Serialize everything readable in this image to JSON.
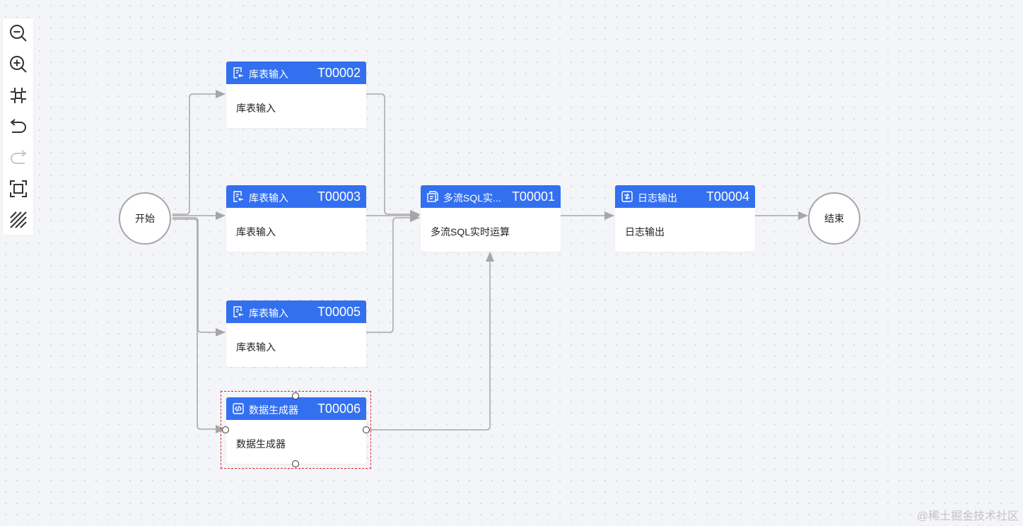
{
  "toolbar": {
    "tools": [
      "zoom-out-icon",
      "zoom-in-icon",
      "fit-view-icon",
      "undo-icon",
      "redo-icon",
      "actual-size-icon",
      "grid-toggle-icon"
    ]
  },
  "nodes": {
    "start": {
      "label": "开始"
    },
    "end": {
      "label": "结束"
    },
    "t00002": {
      "title": "库表输入",
      "id": "T00002",
      "body": "库表输入",
      "icon": "table-input-icon"
    },
    "t00003": {
      "title": "库表输入",
      "id": "T00003",
      "body": "库表输入",
      "icon": "table-input-icon"
    },
    "t00005": {
      "title": "库表输入",
      "id": "T00005",
      "body": "库表输入",
      "icon": "table-input-icon"
    },
    "t00006": {
      "title": "数据生成器",
      "id": "T00006",
      "body": "数据生成器",
      "icon": "data-generator-icon"
    },
    "t00001": {
      "title": "多流SQL实...",
      "id": "T00001",
      "body": "多流SQL实时运算",
      "icon": "sql-icon"
    },
    "t00004": {
      "title": "日志输出",
      "id": "T00004",
      "body": "日志输出",
      "icon": "log-output-icon"
    }
  },
  "colors": {
    "header": "#3370f0",
    "edge": "#a6a6a6",
    "selection": "#e0262f",
    "canvas": "#f4f5f9"
  },
  "watermark": "@稀土掘金技术社区"
}
